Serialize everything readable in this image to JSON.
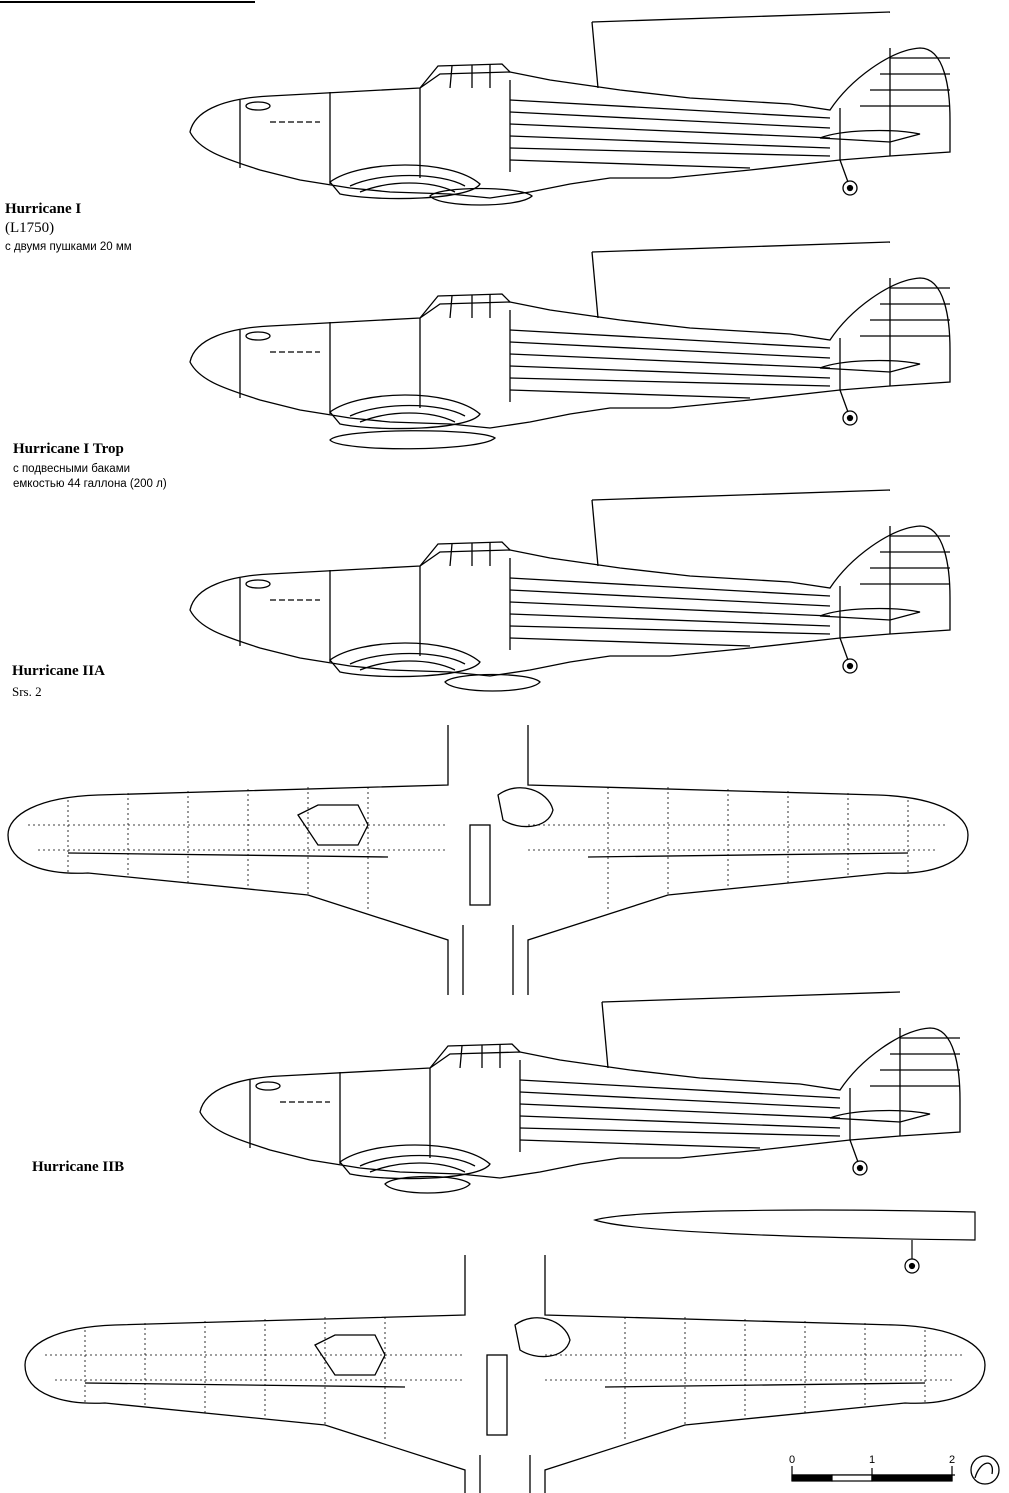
{
  "variants": [
    {
      "name": "Hurricane I",
      "serial": "(L1750)",
      "note": "с двумя пушками 20 мм"
    },
    {
      "name": "Hurricane I Trop",
      "note_line1": "с подвесными баками",
      "note_line2": "емкостью 44 галлона (200 л)"
    },
    {
      "name": "Hurricane IIA",
      "subname": "Srs. 2"
    },
    {
      "name": "Hurricane IIB"
    }
  ],
  "scale": {
    "ticks": [
      "0",
      "1",
      "2"
    ]
  }
}
